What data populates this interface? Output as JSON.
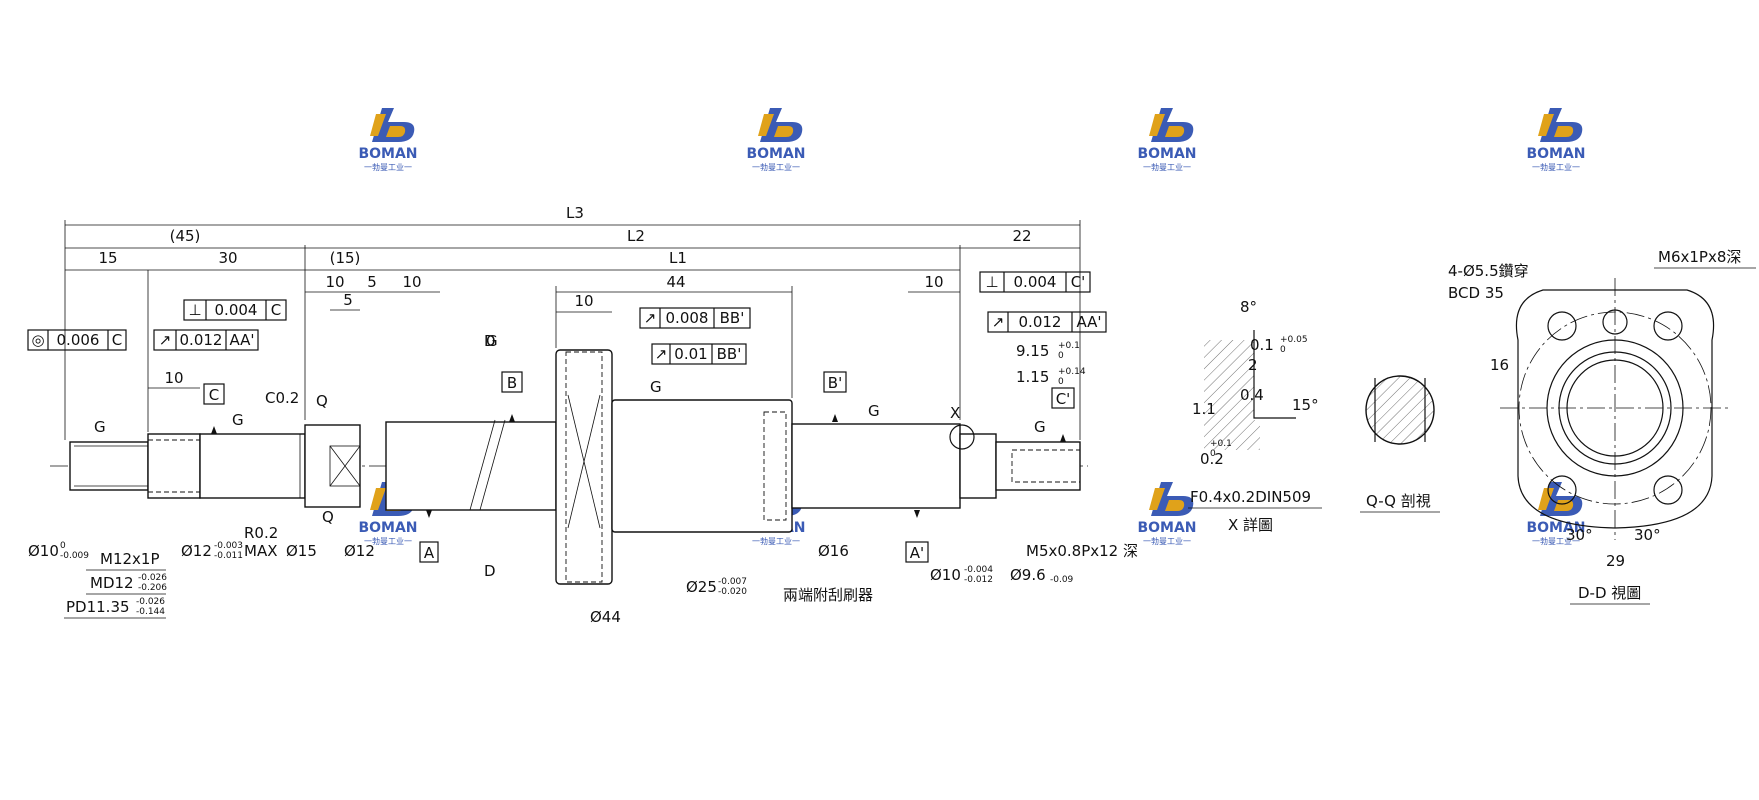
{
  "brand": {
    "name": "BOMAN",
    "subtitle": "一勃曼工业一",
    "color_blue": "#3b5bb5",
    "color_gold": "#e0a21a"
  },
  "dims": {
    "L3": "L3",
    "L2": "L2",
    "L1": "L1",
    "d45": "(45)",
    "d22": "22",
    "d15a": "15",
    "d30": "30",
    "d15b": "(15)",
    "d10a": "10",
    "d5a": "5",
    "d10b": "10",
    "d44": "44",
    "d5b": "5",
    "d10c": "10",
    "d10d": "10",
    "d10e": "10"
  },
  "tolerances": {
    "t1": {
      "sym": "◎",
      "val": "0.006",
      "ref": "C"
    },
    "t2": {
      "sym": "⊥",
      "val": "0.004",
      "ref": "C"
    },
    "t3": {
      "sym": "↗",
      "val": "0.012",
      "ref": "AA'"
    },
    "t4": {
      "sym": "↗",
      "val": "0.008",
      "ref": "BB'"
    },
    "t5": {
      "sym": "↗",
      "val": "0.01",
      "ref": "BB'"
    },
    "t6": {
      "sym": "⊥",
      "val": "0.004",
      "ref": "C'"
    },
    "t7": {
      "sym": "↗",
      "val": "0.012",
      "ref": "AA'"
    }
  },
  "datums": {
    "A": "A",
    "A2": "A'",
    "B": "B",
    "B2": "B'",
    "C": "C",
    "C2": "C'"
  },
  "labels": {
    "c02": "C0.2",
    "r02": "R0.2",
    "max": "MAX",
    "dia15": "Ø15",
    "dia12b": "Ø12",
    "dia12": "Ø12",
    "dia12_tol_u": "-0.003",
    "dia12_tol_l": "-0.011",
    "dia10": "Ø10",
    "dia10_tol_u": "0",
    "dia10_tol_l": "-0.009",
    "m12": "M12x1P",
    "md12": "MD12",
    "md12_u": "-0.026",
    "md12_l": "-0.206",
    "pd": "PD11.35",
    "pd_u": "-0.026",
    "pd_l": "-0.144",
    "dia44": "Ø44",
    "dia25": "Ø25",
    "dia25_u": "-0.007",
    "dia25_l": "-0.020",
    "dia16": "Ø16",
    "wiper": "兩端附刮刷器",
    "dia10r": "Ø10",
    "dia10r_u": "-0.004",
    "dia10r_l": "-0.012",
    "dia96": "Ø9.6",
    "dia96_l": "-0.09",
    "m5": "M5x0.8Px12 深",
    "d915": "9.15",
    "d915_u": "+0.1",
    "d915_l": "0",
    "d115": "1.15",
    "d115_u": "+0.14",
    "d115_l": "0",
    "G": "G",
    "Q": "Q",
    "D": "D",
    "X": "X"
  },
  "detail_x": {
    "a8": "8°",
    "a15": "15°",
    "d01": "0.1",
    "d01_u": "+0.05",
    "d01_l": "0",
    "d2": "2",
    "d04": "0.4",
    "d11": "1.1",
    "d02": "0.2",
    "d02_u": "+0.1",
    "d02_l": "0",
    "spec": "F0.4x0.2DIN509",
    "title": "X 詳圖"
  },
  "section_q": {
    "title": "Q-Q 剖視"
  },
  "section_d": {
    "holes": "4-Ø5.5鑽穿",
    "bcd": "BCD 35",
    "tap": "M6x1Px8深",
    "d16": "16",
    "a30a": "30°",
    "a30b": "30°",
    "d29": "29",
    "title": "D-D 視圖"
  }
}
